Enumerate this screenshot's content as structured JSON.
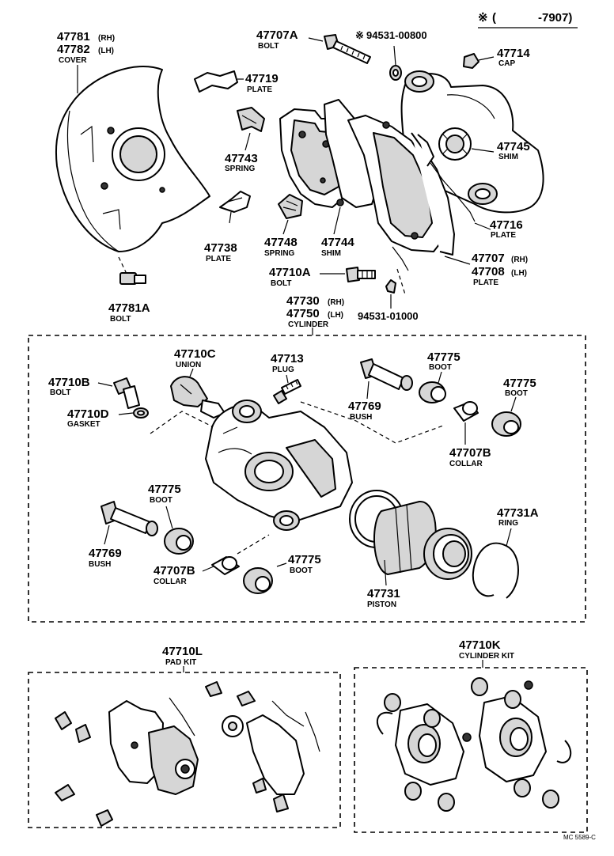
{
  "header": {
    "mark": "※",
    "range_open": "(",
    "range_value": "-7907)"
  },
  "parts": {
    "cover": {
      "no_rh": "47781",
      "sfx_rh": "(RH)",
      "no_lh": "47782",
      "sfx_lh": "(LH)",
      "name": "COVER"
    },
    "bolt_a": {
      "no": "47707A",
      "name": "BOLT"
    },
    "nut_ref": {
      "mark": "※",
      "no": "94531-00800"
    },
    "cap": {
      "no": "47714",
      "name": "CAP"
    },
    "plate_19": {
      "no": "47719",
      "name": "PLATE"
    },
    "spring_43": {
      "no": "47743",
      "name": "SPRING"
    },
    "shim_45": {
      "no": "47745",
      "name": "SHIM"
    },
    "plate_38": {
      "no": "47738",
      "name": "PLATE"
    },
    "spring_48": {
      "no": "47748",
      "name": "SPRING"
    },
    "shim_44": {
      "no": "47744",
      "name": "SHIM"
    },
    "plate_16": {
      "no": "47716",
      "name": "PLATE"
    },
    "plate_07": {
      "no_rh": "47707",
      "sfx_rh": "(RH)",
      "no_lh": "47708",
      "sfx_lh": "(LH)",
      "name": "PLATE"
    },
    "bolt_10a": {
      "no": "47710A",
      "name": "BOLT"
    },
    "nut_ref2": {
      "no": "94531-01000"
    },
    "bolt_81a": {
      "no": "47781A",
      "name": "BOLT"
    },
    "cylinder": {
      "no_rh": "47730",
      "sfx_rh": "(RH)",
      "no_lh": "47750",
      "sfx_lh": "(LH)",
      "name": "CYLINDER"
    },
    "union": {
      "no": "47710C",
      "name": "UNION"
    },
    "plug": {
      "no": "47713",
      "name": "PLUG"
    },
    "boot_top": {
      "no": "47775",
      "name": "BOOT"
    },
    "boot_right": {
      "no": "47775",
      "name": "BOOT"
    },
    "bolt_10b": {
      "no": "47710B",
      "name": "BOLT"
    },
    "gasket": {
      "no": "47710D",
      "name": "GASKET"
    },
    "bush_top": {
      "no": "47769",
      "name": "BUSH"
    },
    "collar_top": {
      "no": "47707B",
      "name": "COLLAR"
    },
    "boot_left": {
      "no": "47775",
      "name": "BOOT"
    },
    "ring": {
      "no": "47731A",
      "name": "RING"
    },
    "bush_bottom": {
      "no": "47769",
      "name": "BUSH"
    },
    "collar_bottom": {
      "no": "47707B",
      "name": "COLLAR"
    },
    "boot_bottom": {
      "no": "47775",
      "name": "BOOT"
    },
    "piston": {
      "no": "47731",
      "name": "PISTON"
    },
    "pad_kit": {
      "no": "47710L",
      "name": "PAD KIT"
    },
    "cylinder_kit": {
      "no": "47710K",
      "name": "CYLINDER KIT"
    }
  },
  "footer": {
    "code": "MC 5589-C"
  }
}
